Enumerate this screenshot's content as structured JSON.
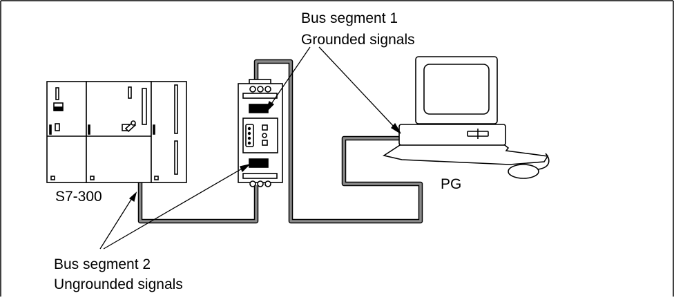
{
  "diagram": {
    "labels": {
      "s7_300": "S7-300",
      "pg": "PG",
      "segment1_line1": "Bus segment 1",
      "segment1_line2": "Grounded signals",
      "segment2_line1": "Bus segment 2",
      "segment2_line2": "Ungrounded signals"
    },
    "colors": {
      "line": "#000000",
      "cable_fill": "#7a7a7a",
      "background": "#ffffff"
    }
  }
}
